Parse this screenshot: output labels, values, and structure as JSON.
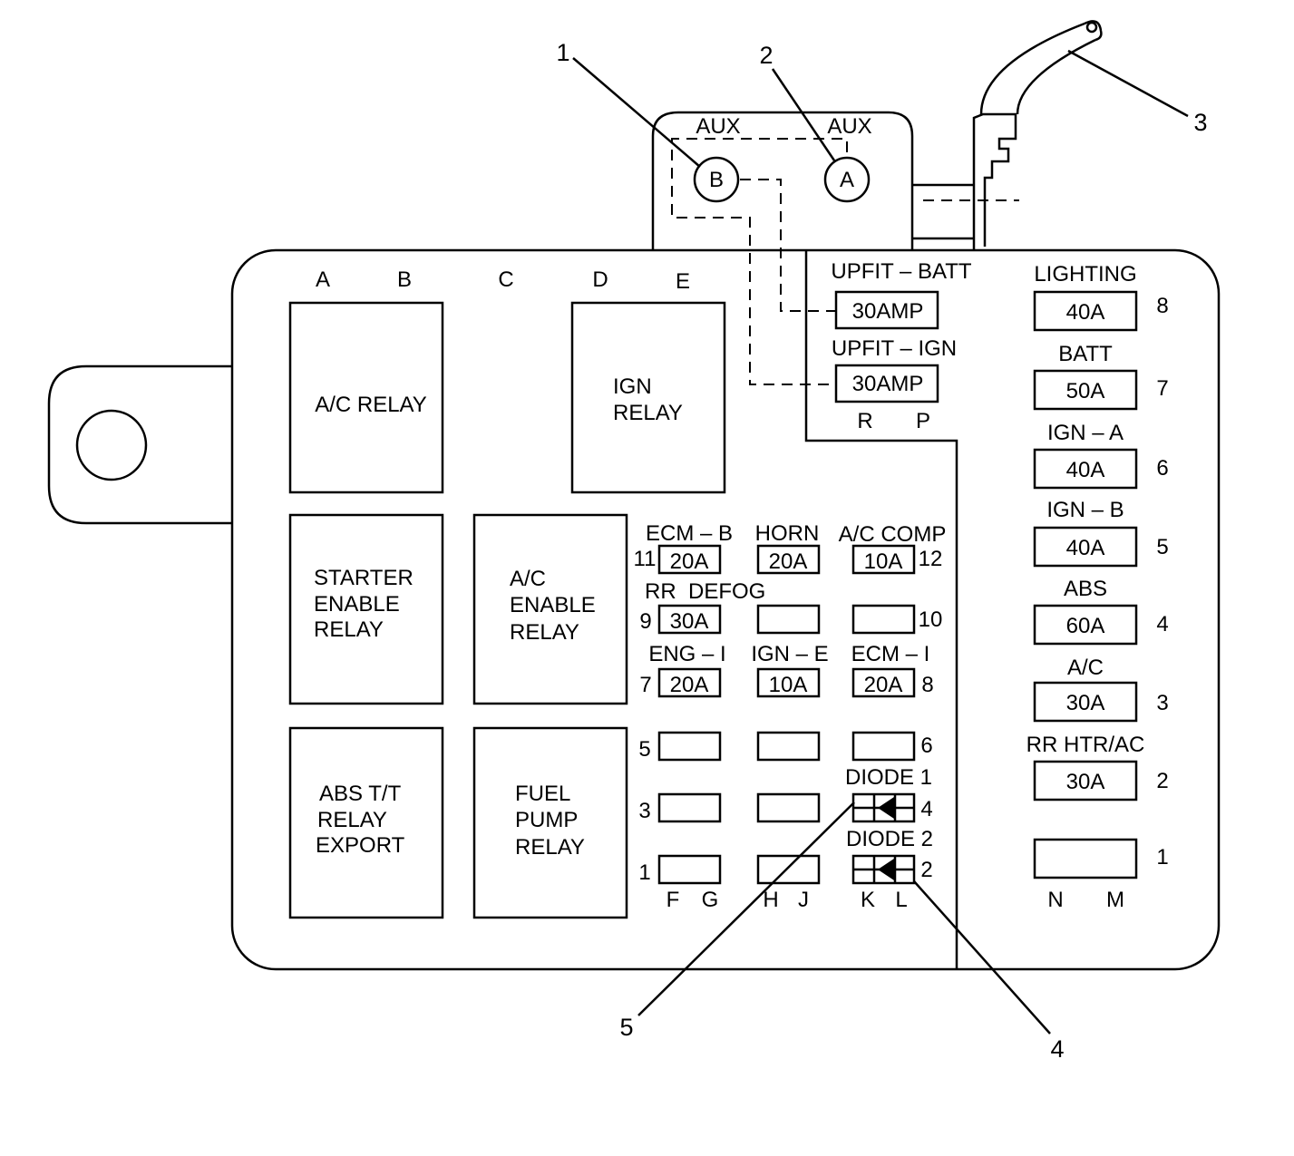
{
  "aux": {
    "left_label": "AUX",
    "right_label": "AUX",
    "terminal_b": "B",
    "terminal_a": "A"
  },
  "callouts": {
    "c1": "1",
    "c2": "2",
    "c3": "3",
    "c4": "4",
    "c5": "5"
  },
  "columns": {
    "a": "A",
    "b": "B",
    "c": "C",
    "d": "D",
    "e": "E",
    "r": "R",
    "p": "P",
    "f": "F",
    "g": "G",
    "h": "H",
    "j": "J",
    "k": "K",
    "l": "L",
    "n": "N",
    "m": "M"
  },
  "relays": {
    "ac_relay": "A/C RELAY",
    "ign_relay": [
      "IGN",
      "RELAY"
    ],
    "starter_enable_relay": [
      "STARTER",
      "ENABLE",
      "RELAY"
    ],
    "ac_enable_relay": [
      "A/C",
      "ENABLE",
      "RELAY"
    ],
    "abs_tt_relay": [
      "ABS T/T",
      "RELAY",
      "EXPORT"
    ],
    "fuel_pump_relay": [
      "FUEL",
      "PUMP",
      "RELAY"
    ]
  },
  "upfit": {
    "batt_label": "UPFIT – BATT",
    "batt_rating": "30AMP",
    "ign_label": "UPFIT – IGN",
    "ign_rating": "30AMP"
  },
  "mini_fuses": {
    "ecm_b": {
      "label": "ECM – B",
      "rating": "20A",
      "num": "11"
    },
    "horn": {
      "label": "HORN",
      "rating": "20A"
    },
    "ac_comp": {
      "label": "A/C COMP",
      "rating": "10A",
      "num": "12"
    },
    "rr_defog": {
      "label": "RR  DEFOG",
      "rating": "30A",
      "num": "9"
    },
    "slot10": {
      "num": "10"
    },
    "eng_i": {
      "label": "ENG – I",
      "rating": "20A",
      "num": "7"
    },
    "ign_e": {
      "label": "IGN – E",
      "rating": "10A"
    },
    "ecm_i": {
      "label": "ECM – I",
      "rating": "20A",
      "num": "8"
    },
    "slot5": {
      "num": "5"
    },
    "slot6": {
      "num": "6"
    },
    "slot3": {
      "num": "3"
    },
    "slot1": {
      "num": "1"
    },
    "diode1": {
      "label": "DIODE 1",
      "num": "4"
    },
    "diode2": {
      "label": "DIODE 2",
      "num": "2"
    }
  },
  "maxi_fuses": [
    {
      "label": "LIGHTING",
      "rating": "40A",
      "num": "8"
    },
    {
      "label": "BATT",
      "rating": "50A",
      "num": "7"
    },
    {
      "label": "IGN – A",
      "rating": "40A",
      "num": "6"
    },
    {
      "label": "IGN – B",
      "rating": "40A",
      "num": "5"
    },
    {
      "label": "ABS",
      "rating": "60A",
      "num": "4"
    },
    {
      "label": "A/C",
      "rating": "30A",
      "num": "3"
    },
    {
      "label": "RR HTR/AC",
      "rating": "30A",
      "num": "2"
    },
    {
      "label": "",
      "rating": "",
      "num": "1"
    }
  ]
}
